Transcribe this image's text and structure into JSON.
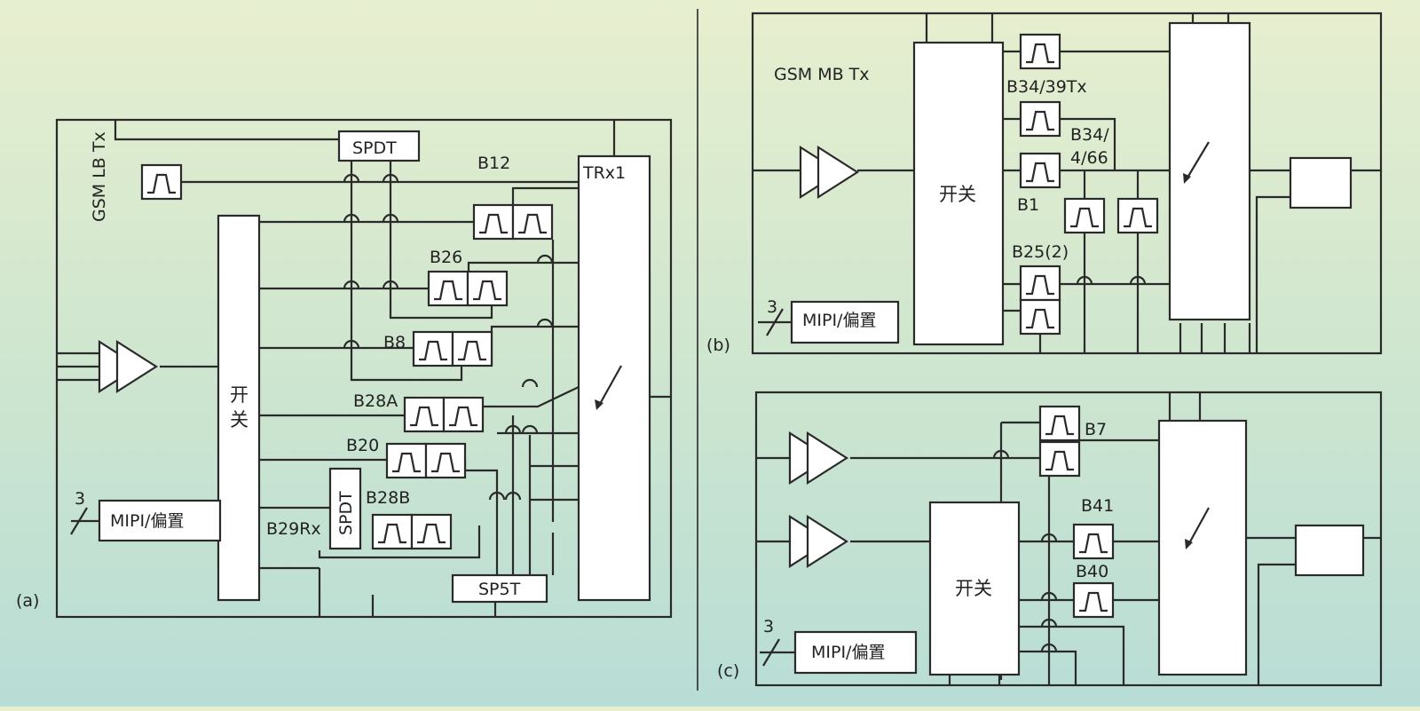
{
  "panels": {
    "a": {
      "tag": "(a)",
      "gsm_label": "GSM LB Tx",
      "switch_label": "开关",
      "spdt_top": "SPDT",
      "spdt_mid": "SPDT",
      "sp5t": "SP5T",
      "trx": "TRx1",
      "mipi": "MIPI/偏置",
      "mipi_count": "3",
      "bands": {
        "b12": "B12",
        "b26": "B26",
        "b8": "B8",
        "b28a": "B28A",
        "b20": "B20",
        "b28b": "B28B",
        "b29": "B29Rx"
      }
    },
    "b": {
      "tag": "(b)",
      "gsm_label": "GSM MB Tx",
      "switch_label": "开关",
      "mipi": "MIPI/偏置",
      "mipi_count": "3",
      "bands": {
        "b3439": "B34/39Tx",
        "b34_line1": "B34/",
        "b34_line2": "4/66",
        "b1": "B1",
        "b25": "B25(2)"
      }
    },
    "c": {
      "tag": "(c)",
      "switch_label": "开关",
      "mipi": "MIPI/偏置",
      "mipi_count": "3",
      "bands": {
        "b7": "B7",
        "b41": "B41",
        "b40": "B40"
      }
    }
  }
}
